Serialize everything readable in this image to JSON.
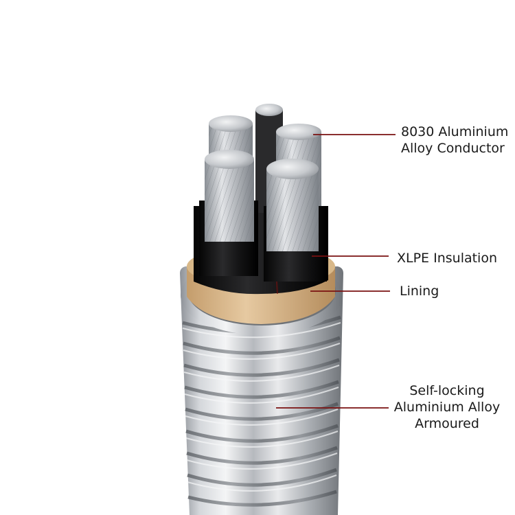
{
  "labels": {
    "conductor": [
      "8030 Aluminium",
      "Alloy Conductor"
    ],
    "xlpe": "XLPE Insulation",
    "lining": "Lining",
    "armour": [
      "Self-locking",
      "Aluminium Alloy",
      "Armoured"
    ]
  },
  "colors": {
    "leader_line": "#7a1010",
    "aluminium": "#c9ccd1",
    "insulation": "#111111",
    "lining": "#d9b98f"
  }
}
